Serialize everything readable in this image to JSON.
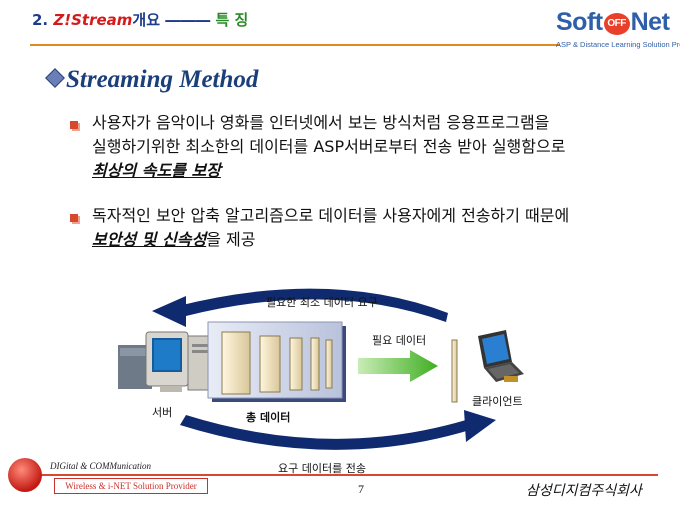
{
  "header": {
    "prefix": "2.",
    "product": "Z!Stream",
    "middle": "개요 ―――",
    "feature": "특 징"
  },
  "logo": {
    "soft": "Soft",
    "off": "OFF",
    "net": "Net",
    "tagline": "ASP & Distance Learning Solution Provider"
  },
  "section_title": "Streaming Method",
  "bullets": [
    {
      "line1": "사용자가 음악이나 영화를 인터넷에서 보는 방식처럼 응용프로그램을",
      "line2": "실행하기위한 최소한의 데이터를 ASP서버로부터 전송 받아 실행함으로",
      "emphasis": "최상의 속도를 보장"
    },
    {
      "line1": "독자적인 보안 압축 알고리즘으로 데이터를 사용자에게 전송하기 때문에",
      "emphasis": "보안성 및 신속성",
      "tail": "을 제공"
    }
  ],
  "diagram": {
    "top_arrow_label": "필요한 최소 데이터 요구",
    "data_arrow_label": "필요 데이터",
    "server_label": "서버",
    "total_data_label": "총 데이터",
    "client_label": "클라이언트",
    "bottom_arrow_label": "요구 데이터를 전송"
  },
  "footer": {
    "digital": "DIGital & COMMunication",
    "box": "Wireless & i-NET Solution Provider",
    "page": "7",
    "company": "삼성디지컴주식회사"
  },
  "colors": {
    "header_blue": "#1f3b8a",
    "accent_red": "#d21b1b",
    "accent_green": "#2a8a2a",
    "rule_orange": "#e08a22",
    "arrow_navy": "#0f2a6e",
    "data_arrow_green": "#58c23a"
  }
}
